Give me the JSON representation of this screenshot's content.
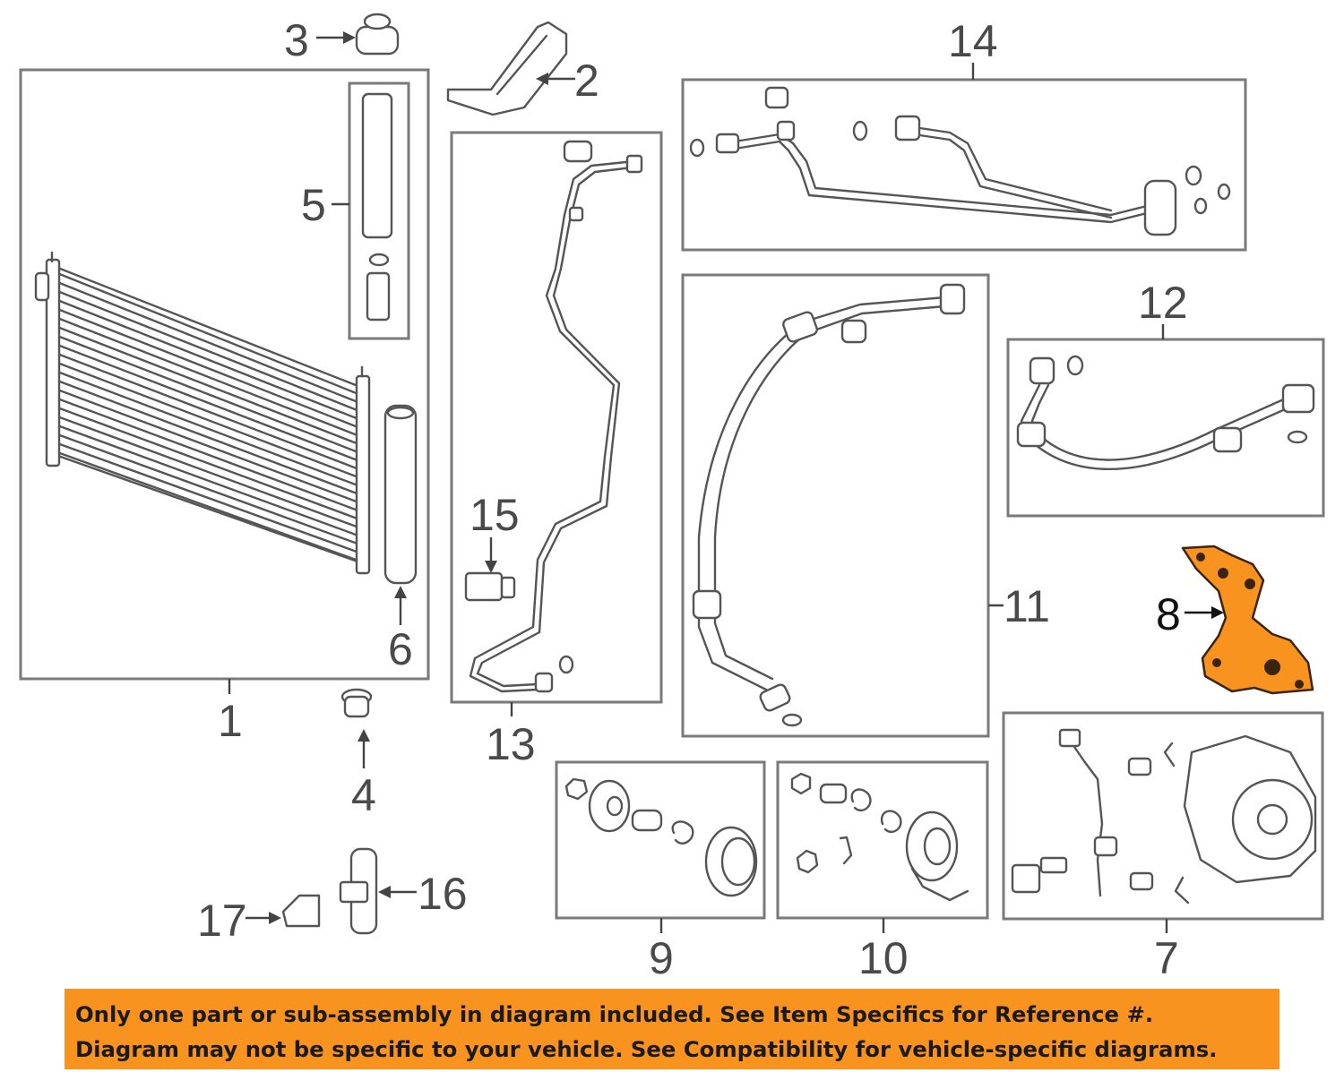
{
  "callouts": {
    "c1": "1",
    "c2": "2",
    "c3": "3",
    "c4": "4",
    "c5": "5",
    "c6": "6",
    "c7": "7",
    "c8": "8",
    "c9": "9",
    "c10": "10",
    "c11": "11",
    "c12": "12",
    "c13": "13",
    "c14": "14",
    "c15": "15",
    "c16": "16",
    "c17": "17"
  },
  "highlight_color": "#f7931e",
  "notice": {
    "line1": "Only one part or sub-assembly in diagram included. See Item Specifics for Reference #.",
    "line2": "Diagram may not be specific to your vehicle. See Compatibility for vehicle-specific diagrams."
  }
}
